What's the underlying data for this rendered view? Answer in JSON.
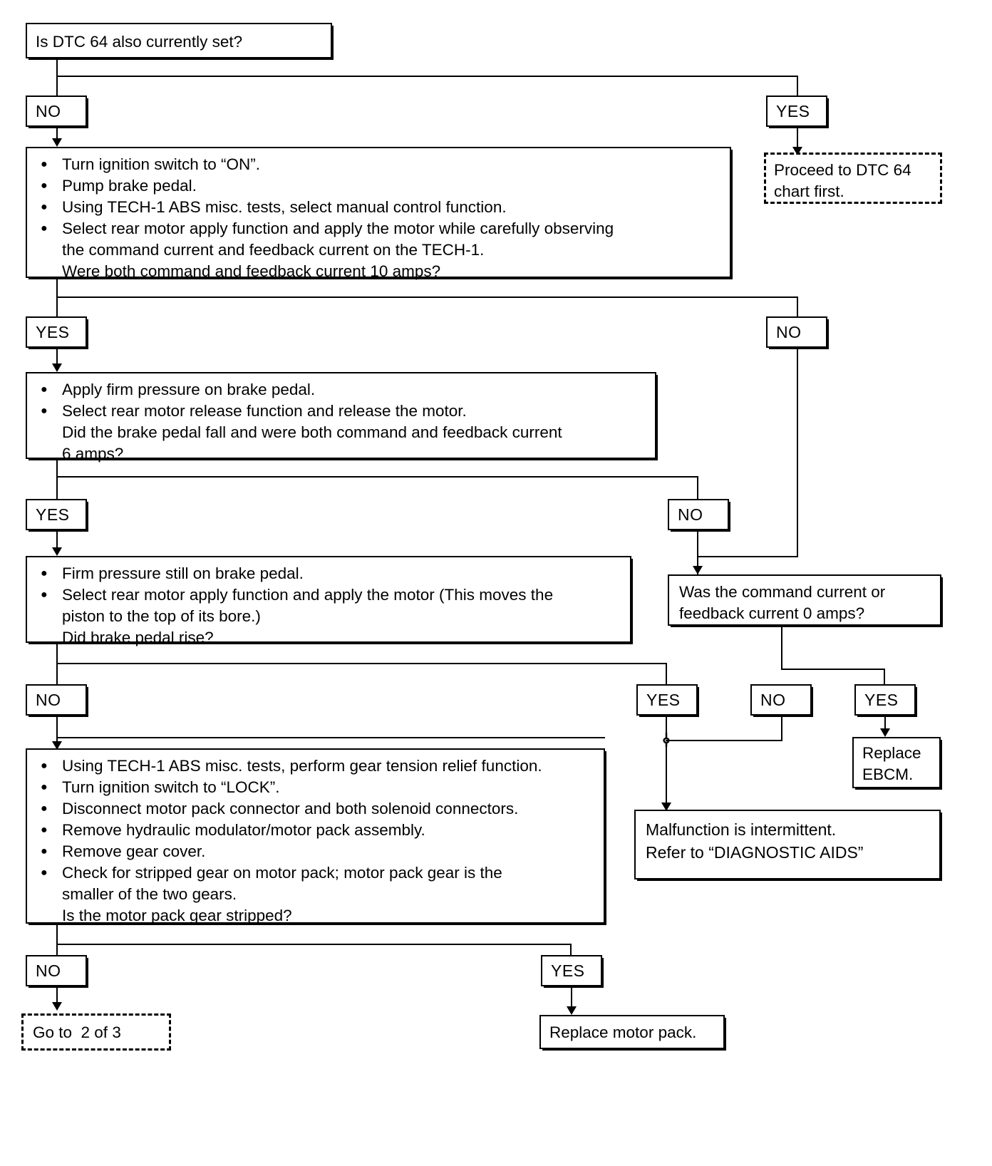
{
  "diagram": {
    "title": "ABS DTC diagnostic flow chart (1 of 3)",
    "boxes": {
      "q_dtc64": "Is DTC 64 also currently set?",
      "proceed_dtc64": "Proceed to DTC 64\nchart first.",
      "step1": {
        "bullets": [
          "Turn ignition switch to “ON”.",
          "Pump brake pedal.",
          "Using TECH-1 ABS misc. tests, select manual control function.",
          "Select rear motor apply function and apply the motor while carefully observing\nthe command current and feedback current on the TECH-1.\nWere both command and feedback current 10 amps?"
        ]
      },
      "step2": {
        "bullets": [
          "Apply firm pressure on brake pedal.",
          "Select rear motor release function and release the motor.\nDid the brake pedal fall and were both command and feedback current\n6 amps?"
        ]
      },
      "step3": {
        "bullets": [
          "Firm pressure still on brake pedal.",
          "Select rear motor apply function and apply the motor (This moves the\npiston to the top of its bore.)\nDid brake pedal rise?"
        ]
      },
      "q_current0": "Was the command current or\nfeedback current 0 amps?",
      "replace_ebcm": "Replace\nEBCM.",
      "malfunction": "Malfunction is intermittent.\nRefer to “DIAGNOSTIC AIDS”",
      "step4": {
        "bullets": [
          "Using TECH-1 ABS misc. tests, perform gear tension relief function.",
          "Turn ignition switch to “LOCK”.",
          "Disconnect motor pack connector and both solenoid connectors.",
          "Remove hydraulic modulator/motor pack assembly.",
          "Remove gear cover.",
          "Check for stripped gear on motor pack; motor pack gear is the\nsmaller of the two gears.\nIs the motor pack gear stripped?"
        ]
      },
      "goto_2of3": "Go to  2 of 3",
      "replace_motor_pack": "Replace motor pack."
    },
    "decisions": {
      "d1_no": "NO",
      "d1_yes": "YES",
      "d2_yes": "YES",
      "d2_no": "NO",
      "d3_yes": "YES",
      "d3_no": "NO",
      "d4_no": "NO",
      "d4_yes": "YES",
      "d5_no": "NO",
      "d5_yes": "YES",
      "d6_no": "NO",
      "d6_yes": "YES"
    },
    "colors": {
      "stroke": "#000000",
      "background": "#ffffff"
    }
  }
}
